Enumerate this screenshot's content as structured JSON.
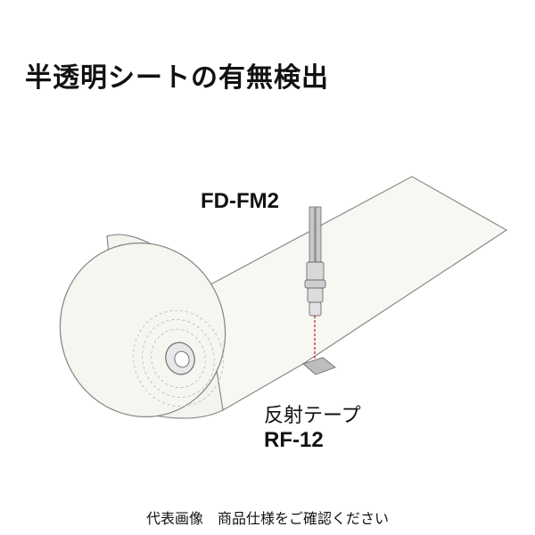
{
  "title": "半透明シートの有無検出",
  "sensor": {
    "model": "FD-FM2"
  },
  "reflector": {
    "name": "反射テープ",
    "model": "RF-12"
  },
  "footer": "代表画像　商品仕様をご確認ください",
  "colors": {
    "outline": "#8a8a8a",
    "sheet": "#f7f7f2",
    "beam": "#cc3333"
  }
}
